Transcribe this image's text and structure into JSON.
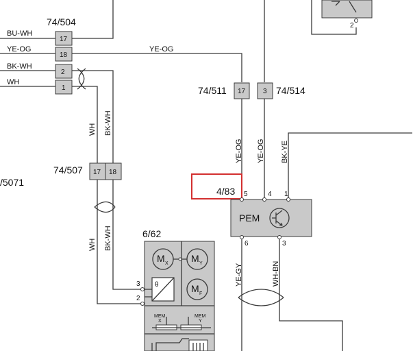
{
  "connectors": {
    "c504": {
      "name": "74/504",
      "pins": [
        "17",
        "18",
        "2",
        "1"
      ]
    },
    "c511": {
      "name": "74/511",
      "pin": "17"
    },
    "c514": {
      "name": "74/514",
      "pin": "3"
    },
    "c507": {
      "name": "74/507",
      "pins": [
        "17",
        "18"
      ]
    },
    "c5071": {
      "name": "/5071"
    }
  },
  "wires": {
    "bu_wh": "BU-WH",
    "ye_og_left": "YE-OG",
    "ye_og_top": "YE-OG",
    "bk_wh_left": "BK-WH",
    "wh_left": "WH",
    "wh_vert_upper": "WH",
    "bk_wh_vert_upper": "BK-WH",
    "wh_vert_lower": "WH",
    "bk_wh_vert_lower": "BK-WH",
    "ye_og_vert_a": "YE-OG",
    "ye_og_vert_b": "YE-OG",
    "bk_ye_vert": "BK-YE",
    "ye_gy_vert": "YE-GY",
    "wh_bn_vert": "WH-BN"
  },
  "pem": {
    "label": "PEM",
    "ref": "4/83",
    "pins_top": [
      "5",
      "4",
      "1"
    ],
    "pins_bottom": [
      "6",
      "3"
    ]
  },
  "module_662": {
    "name": "6/62",
    "motors": [
      "M",
      "M",
      "M"
    ],
    "motor_subs": [
      "X",
      "Y",
      "F"
    ],
    "sensor_symbol": "θ",
    "pins": [
      "3",
      "2"
    ],
    "mem_x": "MEM\nX",
    "mem_y": "MEM\nY",
    "mem_x_l1": "MEM",
    "mem_x_l2": "X",
    "mem_y_l1": "MEM",
    "mem_y_l2": "Y"
  },
  "top_component": {
    "pin": "2"
  },
  "colors": {
    "highlight": "#d32f2f",
    "box_fill": "#c9c9c9",
    "wire": "#3a3a3a"
  }
}
